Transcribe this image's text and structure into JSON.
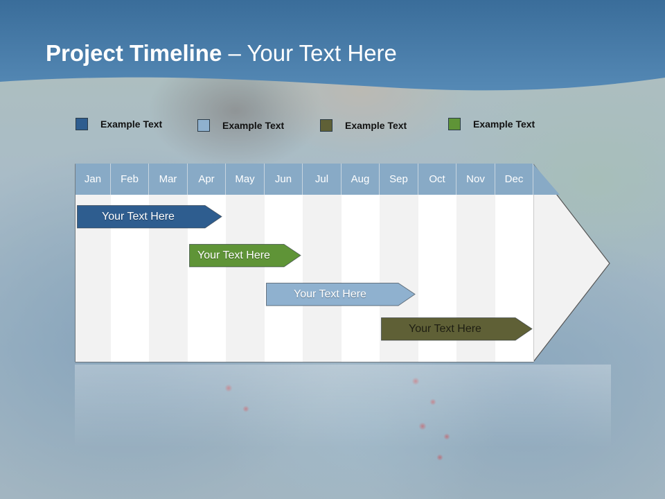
{
  "title": {
    "strong": "Project Timeline",
    "rest": " – Your Text Here"
  },
  "legend": [
    {
      "label": "Example Text",
      "color": "#2e5d8f"
    },
    {
      "label": "Example Text",
      "color": "#8fb1cf"
    },
    {
      "label": "Example Text",
      "color": "#5f6036"
    },
    {
      "label": "Example Text",
      "color": "#5f9437"
    }
  ],
  "months": [
    "Jan",
    "Feb",
    "Mar",
    "Apr",
    "May",
    "Jun",
    "Jul",
    "Aug",
    "Sep",
    "Oct",
    "Nov",
    "Dec"
  ],
  "tasks": [
    {
      "label": "Your  Text Here",
      "color": "#2e5d8f"
    },
    {
      "label": "Your  Text Here",
      "color": "#5f9437"
    },
    {
      "label": "Your  Text Here",
      "color": "#8fb1cf"
    },
    {
      "label": "Your  Text Here",
      "color": "#5f6036"
    }
  ],
  "colors": {
    "header": "#3f729e",
    "month_header": "#88aac6"
  }
}
